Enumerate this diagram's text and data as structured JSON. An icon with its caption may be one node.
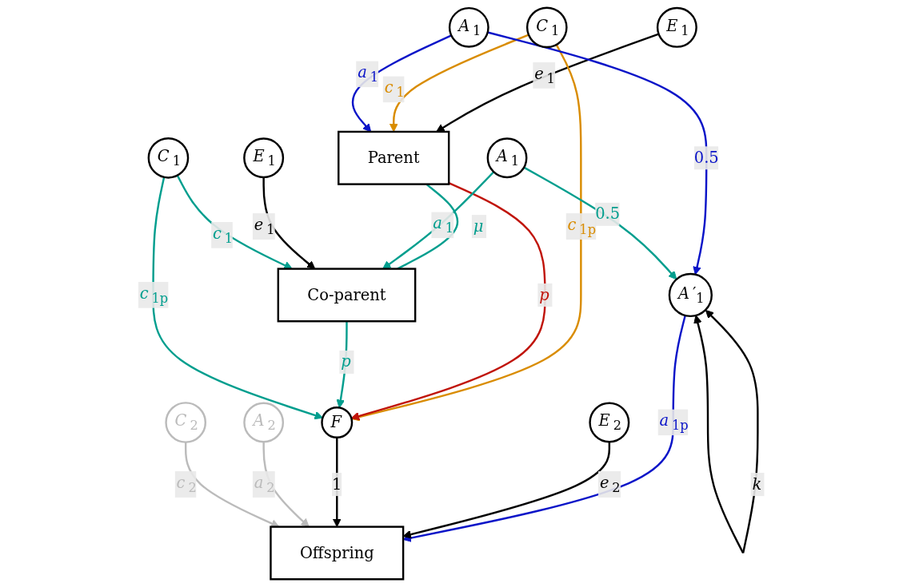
{
  "diagram": {
    "nodes": [
      {
        "text": [
          "*E*$_{1}$"
        ]
      },
      {
        "text": [
          "*C*$_{1}$"
        ]
      },
      {
        "text": [
          "*A*$_{1}$"
        ]
      },
      {
        "text": [
          "Parent"
        ]
      },
      {
        "text": [
          "*A*$_{1}$"
        ]
      },
      {
        "text": [
          "*E*$_{1}$"
        ]
      },
      {
        "text": [
          "Co-parent"
        ]
      },
      {
        "text": [
          "*C*$_{1}$"
        ]
      },
      {
        "text": [
          "*A*′$_{1}$"
        ]
      },
      {
        "text": [
          "*E*$_{2}$"
        ]
      },
      {
        "text": [
          "*F*"
        ]
      },
      {
        "text": [
          "*A*$_{2}$"
        ]
      },
      {
        "text": [
          "Offspring"
        ]
      },
      {
        "text": [
          "*C*$_{2}$"
        ]
      }
    ],
    "edges": [
      {
        "from": 0,
        "to": 3,
        "arrow": "to",
        "label": "*e*$_{1}$",
        "color": "#000000"
      },
      {
        "from": 1,
        "to": 3,
        "arrow": "to",
        "label": "*c*$_{1}$",
        "color": "#d98c00"
      },
      {
        "from": 1,
        "to": 10,
        "arrow": "to",
        "label": "*c*$_{1p}$",
        "color": "#d98c00"
      },
      {
        "from": 2,
        "to": 3,
        "arrow": "to",
        "label": "*a*$_{1}$",
        "color": "#0a14c8"
      },
      {
        "from": 2,
        "to": 8,
        "arrow": "to",
        "label": "0.5",
        "color": "#0a14c8"
      },
      {
        "from": 3,
        "to": 6,
        "arrow": "none",
        "label": "*μ*",
        "color": "#009e8e"
      },
      {
        "from": 3,
        "to": 10,
        "arrow": "to",
        "label": "*p*",
        "color": "#c0140a"
      },
      {
        "from": 4,
        "to": 6,
        "arrow": "to",
        "label": "*a*$_{1}$",
        "color": "#009e8e"
      },
      {
        "from": 4,
        "to": 8,
        "arrow": "to",
        "label": "0.5",
        "color": "#009e8e"
      },
      {
        "from": 5,
        "to": 6,
        "arrow": "to",
        "label": "*e*$_{1}$",
        "color": "#000000"
      },
      {
        "from": 7,
        "to": 6,
        "arrow": "to",
        "label": "*c*$_{1}$",
        "color": "#009e8e"
      },
      {
        "from": 6,
        "to": 10,
        "arrow": "to",
        "label": "*p*",
        "color": "#009e8e"
      },
      {
        "from": 7,
        "to": 10,
        "arrow": "to",
        "label": "*c*$_{1p}$",
        "color": "#009e8e"
      },
      {
        "from": 8,
        "to": 8,
        "arrow": "both",
        "label": "*k*",
        "color": "#000000"
      },
      {
        "from": 8,
        "to": 12,
        "arrow": "to",
        "label": "*a*$_{1p}$",
        "color": "#0a14c8"
      },
      {
        "from": 9,
        "to": 12,
        "arrow": "to",
        "label": "*e*$_{2}$",
        "color": "#000000"
      },
      {
        "from": 10,
        "to": 12,
        "arrow": "to",
        "label": "1",
        "color": "#000000"
      },
      {
        "from": 11,
        "to": 12,
        "arrow": "to",
        "label": "*a*$_{2}$",
        "color": "#bbbbbb"
      },
      {
        "from": 13,
        "to": 12,
        "arrow": "to",
        "label": "*c*$_{2}$",
        "color": "#bbbbbb"
      }
    ]
  }
}
